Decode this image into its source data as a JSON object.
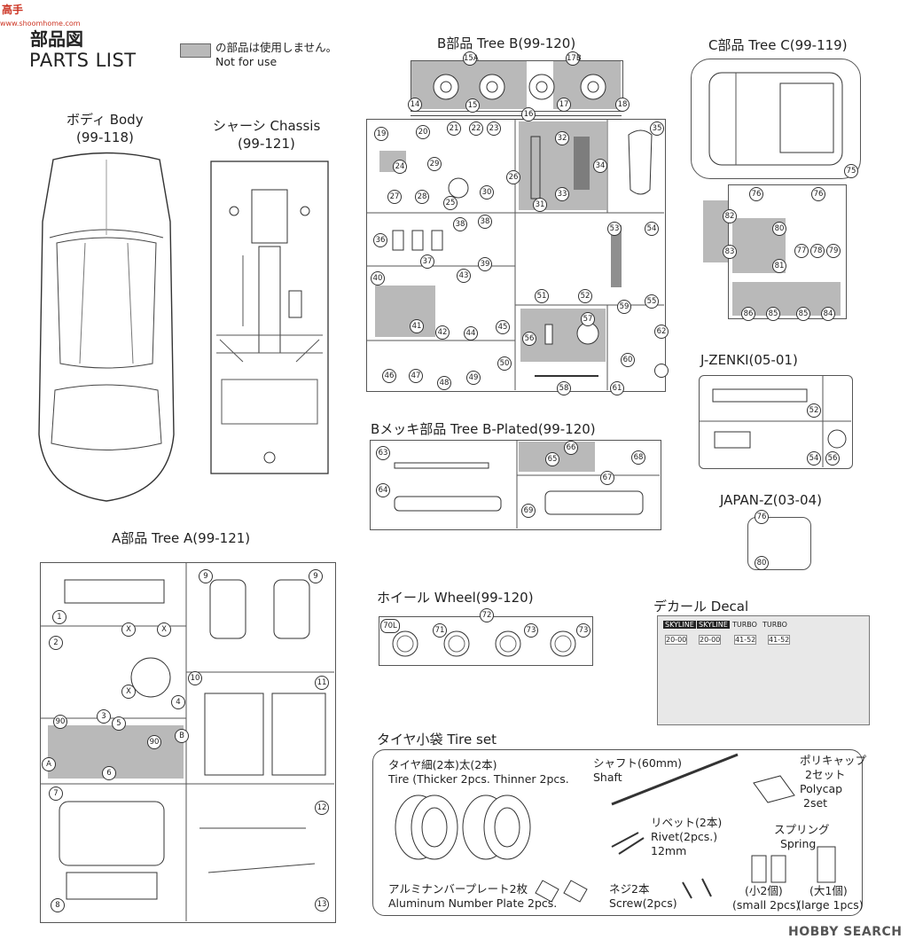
{
  "watermark": {
    "top": "高手",
    "sub": "www.shoomhome.com"
  },
  "header": {
    "title_jp": "部品図",
    "title_en": "PARTS LIST",
    "legend_jp": "の部品は使用しません。",
    "legend_en": "Not for use",
    "legend_color": "#b9b9b9"
  },
  "body": {
    "label": "ボディ Body",
    "code": "(99-118)"
  },
  "chassis": {
    "label": "シャーシ Chassis",
    "code": "(99-121)"
  },
  "tree_b": {
    "label": "B部品 Tree B(99-120)",
    "nums": [
      "15A",
      "17B",
      "14",
      "15",
      "16",
      "17",
      "18",
      "19",
      "20",
      "21",
      "22",
      "23",
      "24",
      "25",
      "26",
      "27",
      "28",
      "29",
      "30",
      "31",
      "32",
      "33",
      "34",
      "35",
      "36",
      "37",
      "38",
      "38",
      "39",
      "40",
      "41",
      "42",
      "43",
      "44",
      "45",
      "46",
      "47",
      "48",
      "49",
      "50",
      "51",
      "52",
      "53",
      "54",
      "55",
      "56",
      "57",
      "58",
      "59",
      "60",
      "61",
      "62"
    ]
  },
  "tree_c": {
    "label": "C部品 Tree C(99-119)",
    "nums": [
      "75",
      "76",
      "76",
      "82",
      "80",
      "77",
      "78",
      "79",
      "83",
      "81",
      "86",
      "85",
      "85",
      "84"
    ]
  },
  "jzenki": {
    "label": "J-ZENKI(05-01)",
    "nums": [
      "52",
      "54",
      "56"
    ]
  },
  "japanz": {
    "label": "JAPAN-Z(03-04)",
    "nums": [
      "76",
      "80"
    ]
  },
  "tree_bp": {
    "label": "Bメッキ部品 Tree B-Plated(99-120)",
    "nums": [
      "63",
      "64",
      "65",
      "66",
      "67",
      "68",
      "69"
    ]
  },
  "tree_a": {
    "label": "A部品 Tree A(99-121)",
    "nums": [
      "1",
      "2",
      "3",
      "4",
      "5",
      "6",
      "7",
      "8",
      "9",
      "9",
      "10",
      "11",
      "12",
      "13",
      "90",
      "90"
    ],
    "marks": [
      "X",
      "X",
      "X",
      "B",
      "A"
    ]
  },
  "wheel": {
    "label": "ホイール Wheel(99-120)",
    "nums": [
      "70L",
      "71",
      "72",
      "73",
      "73"
    ]
  },
  "decal": {
    "label": "デカール Decal",
    "words": [
      "SKYLINE",
      "SKYLINE",
      "TURBO",
      "TURBO",
      "20-00",
      "20-00",
      "41-52",
      "41-52"
    ]
  },
  "tireset": {
    "label": "タイヤ小袋 Tire set",
    "tire_jp": "タイヤ細(2本)太(2本)",
    "tire_en": "Tire (Thicker 2pcs. Thinner 2pcs.",
    "shaft_jp": "シャフト(60mm)",
    "shaft_en": "Shaft",
    "polycap_jp": "ポリキャップ",
    "polycap_jp2": "2セット",
    "polycap_en": "Polycap",
    "polycap_en2": "2set",
    "rivet_jp": "リベット(2本)",
    "rivet_en": "Rivet(2pcs.)",
    "rivet_size": "12mm",
    "spring_jp": "スプリング",
    "spring_en": "Spring",
    "plate_jp": "アルミナンバープレート2枚",
    "plate_en": "Aluminum Number Plate 2pcs.",
    "screw_jp": "ネジ2本",
    "screw_en": "Screw(2pcs)",
    "small_jp": "(小2個)",
    "small_en": "(small 2pcs)",
    "large_jp": "(大1個)",
    "large_en": "(large 1pcs)"
  },
  "footer": {
    "brand": "HOBBY SEARCH"
  }
}
